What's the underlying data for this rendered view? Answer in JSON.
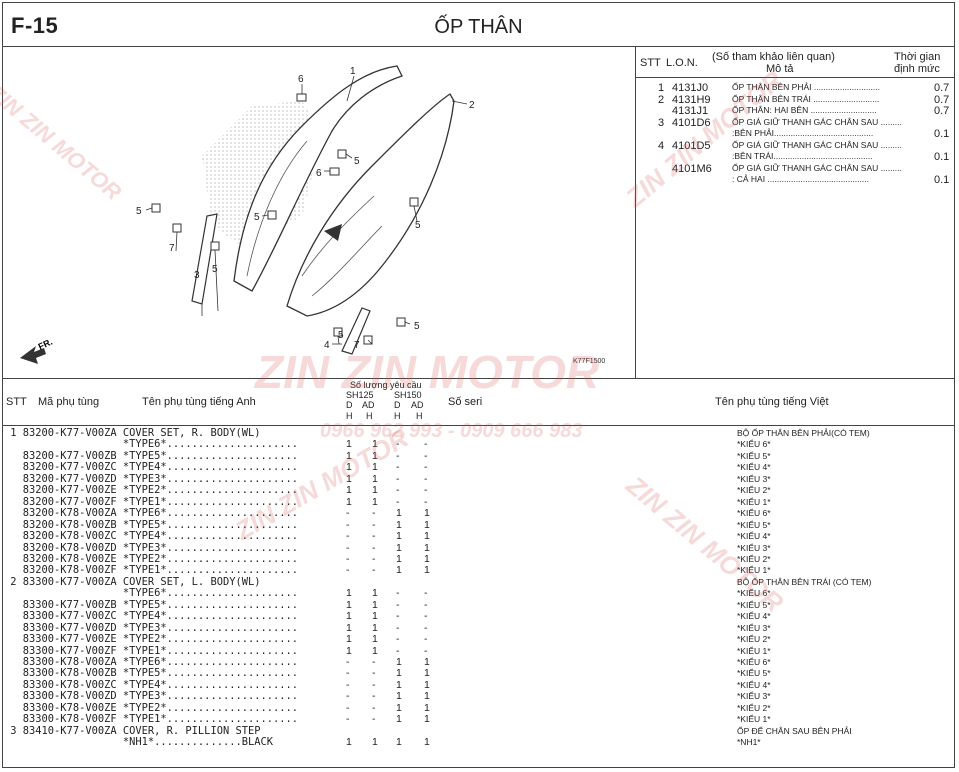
{
  "header": {
    "code": "F-15",
    "title": "ỐP THÂN"
  },
  "diagram": {
    "callouts": [
      "1",
      "2",
      "3",
      "4",
      "5",
      "5",
      "5",
      "5",
      "5",
      "5",
      "5",
      "6",
      "6",
      "7",
      "7"
    ],
    "direction_label": "FR.",
    "figure_code": "K77F1500"
  },
  "reference_table": {
    "headers": {
      "stt": "STT",
      "lon": "L.O.N.",
      "desc1": "(Số tham khảo liên quan)",
      "desc2": "Mô tả",
      "time1": "Thời gian",
      "time2": "định mức"
    },
    "rows": [
      {
        "stt": "1",
        "lon": "4131J0",
        "desc": "ỐP THÂN BÊN PHẢI ............................",
        "time": "0.7"
      },
      {
        "stt": "2",
        "lon": "4131H9",
        "desc": "ỐP THÂN BÊN TRÁI ............................",
        "time": "0.7"
      },
      {
        "stt": "",
        "lon": "4131J1",
        "desc": "ỐP THÂN: HAI BÊN ............................",
        "time": "0.7"
      },
      {
        "stt": "3",
        "lon": "4101D6",
        "desc": "ỐP GIÁ GIỮ THANH GÁC CHÂN SAU .........",
        "time": ""
      },
      {
        "stt": "",
        "lon": "",
        "desc": ":BÊN PHẢI..........................................",
        "time": "0.1"
      },
      {
        "stt": "4",
        "lon": "4101D5",
        "desc": "ỐP GIÁ GIỮ THANH GÁC CHÂN SAU .........",
        "time": ""
      },
      {
        "stt": "",
        "lon": "",
        "desc": ":BÊN TRÁI..........................................",
        "time": "0.1"
      },
      {
        "stt": "",
        "lon": "4101M6",
        "desc": "ỐP GIÁ GIỮ THANH GÁC CHÂN SAU .........",
        "time": ""
      },
      {
        "stt": "",
        "lon": "",
        "desc": ": CẢ HAI ...........................................",
        "time": "0.1"
      }
    ]
  },
  "parts_header": {
    "stt": "STT",
    "part_no": "Mã phụ tùng",
    "name_en": "Tên phụ tùng tiếng Anh",
    "qty_title": "Số lượng yêu cầu",
    "model1": "SH125",
    "model2": "SH150",
    "d1": "D",
    "ad1": "AD",
    "d2": "D",
    "ad2": "AD",
    "h": "H",
    "serial": "Số seri",
    "name_vi": "Tên phụ tùng tiếng Việt"
  },
  "parts": [
    {
      "line": " 1 83200-K77-V00ZA COVER SET, R. BODY(WL)",
      "vi": "BỘ ỐP THÂN BÊN PHẢI(CÓ TEM)",
      "q": [
        "",
        "",
        "",
        ""
      ]
    },
    {
      "line": "                   *TYPE6*.....................",
      "vi": "*KIỂU 6*",
      "q": [
        "1",
        "1",
        "-",
        "-"
      ]
    },
    {
      "line": "   83200-K77-V00ZB *TYPE5*.....................",
      "vi": "*KIỂU 5*",
      "q": [
        "1",
        "1",
        "-",
        "-"
      ]
    },
    {
      "line": "   83200-K77-V00ZC *TYPE4*.....................",
      "vi": "*KIỂU 4*",
      "q": [
        "1",
        "1",
        "-",
        "-"
      ]
    },
    {
      "line": "   83200-K77-V00ZD *TYPE3*.....................",
      "vi": "*KIỂU 3*",
      "q": [
        "1",
        "1",
        "-",
        "-"
      ]
    },
    {
      "line": "   83200-K77-V00ZE *TYPE2*.....................",
      "vi": "*KIỂU 2*",
      "q": [
        "1",
        "1",
        "-",
        "-"
      ]
    },
    {
      "line": "   83200-K77-V00ZF *TYPE1*.....................",
      "vi": "*KIỂU 1*",
      "q": [
        "1",
        "1",
        "-",
        "-"
      ]
    },
    {
      "line": "   83200-K78-V00ZA *TYPE6*.....................",
      "vi": "*KIỂU 6*",
      "q": [
        "-",
        "-",
        "1",
        "1"
      ]
    },
    {
      "line": "   83200-K78-V00ZB *TYPE5*.....................",
      "vi": "*KIỂU 5*",
      "q": [
        "-",
        "-",
        "1",
        "1"
      ]
    },
    {
      "line": "   83200-K78-V00ZC *TYPE4*.....................",
      "vi": "*KIỂU 4*",
      "q": [
        "-",
        "-",
        "1",
        "1"
      ]
    },
    {
      "line": "   83200-K78-V00ZD *TYPE3*.....................",
      "vi": "*KIỂU 3*",
      "q": [
        "-",
        "-",
        "1",
        "1"
      ]
    },
    {
      "line": "   83200-K78-V00ZE *TYPE2*.....................",
      "vi": "*KIỂU 2*",
      "q": [
        "-",
        "-",
        "1",
        "1"
      ]
    },
    {
      "line": "   83200-K78-V00ZF *TYPE1*.....................",
      "vi": "*KIỂU 1*",
      "q": [
        "-",
        "-",
        "1",
        "1"
      ]
    },
    {
      "line": " 2 83300-K77-V00ZA COVER SET, L. BODY(WL)",
      "vi": "BỘ ỐP THÂN BÊN TRÁI (CÓ TEM)",
      "q": [
        "",
        "",
        "",
        ""
      ]
    },
    {
      "line": "                   *TYPE6*.....................",
      "vi": "*KIỂU 6*",
      "q": [
        "1",
        "1",
        "-",
        "-"
      ]
    },
    {
      "line": "   83300-K77-V00ZB *TYPE5*.....................",
      "vi": "*KIỂU 5*",
      "q": [
        "1",
        "1",
        "-",
        "-"
      ]
    },
    {
      "line": "   83300-K77-V00ZC *TYPE4*.....................",
      "vi": "*KIỂU 4*",
      "q": [
        "1",
        "1",
        "-",
        "-"
      ]
    },
    {
      "line": "   83300-K77-V00ZD *TYPE3*.....................",
      "vi": "*KIỂU 3*",
      "q": [
        "1",
        "1",
        "-",
        "-"
      ]
    },
    {
      "line": "   83300-K77-V00ZE *TYPE2*.....................",
      "vi": "*KIỂU 2*",
      "q": [
        "1",
        "1",
        "-",
        "-"
      ]
    },
    {
      "line": "   83300-K77-V00ZF *TYPE1*.....................",
      "vi": "*KIỂU 1*",
      "q": [
        "1",
        "1",
        "-",
        "-"
      ]
    },
    {
      "line": "   83300-K78-V00ZA *TYPE6*.....................",
      "vi": "*KIỂU 6*",
      "q": [
        "-",
        "-",
        "1",
        "1"
      ]
    },
    {
      "line": "   83300-K78-V00ZB *TYPE5*.....................",
      "vi": "*KIỂU 5*",
      "q": [
        "-",
        "-",
        "1",
        "1"
      ]
    },
    {
      "line": "   83300-K78-V00ZC *TYPE4*.....................",
      "vi": "*KIỂU 4*",
      "q": [
        "-",
        "-",
        "1",
        "1"
      ]
    },
    {
      "line": "   83300-K78-V00ZD *TYPE3*.....................",
      "vi": "*KIỂU 3*",
      "q": [
        "-",
        "-",
        "1",
        "1"
      ]
    },
    {
      "line": "   83300-K78-V00ZE *TYPE2*.....................",
      "vi": "*KIỂU 2*",
      "q": [
        "-",
        "-",
        "1",
        "1"
      ]
    },
    {
      "line": "   83300-K78-V00ZF *TYPE1*.....................",
      "vi": "*KIỂU 1*",
      "q": [
        "-",
        "-",
        "1",
        "1"
      ]
    },
    {
      "line": " 3 83410-K77-V00ZA COVER, R. PILLION STEP",
      "vi": "ỐP ĐỂ CHÂN SAU BÊN PHẢI",
      "q": [
        "",
        "",
        "",
        ""
      ]
    },
    {
      "line": "                   *NH1*..............BLACK",
      "vi": "*NH1*",
      "q": [
        "1",
        "1",
        "1",
        "1"
      ]
    }
  ],
  "watermark": {
    "brand": "ZIN ZIN MOTOR",
    "phones": "0966 962 993 - 0909 666 983"
  }
}
